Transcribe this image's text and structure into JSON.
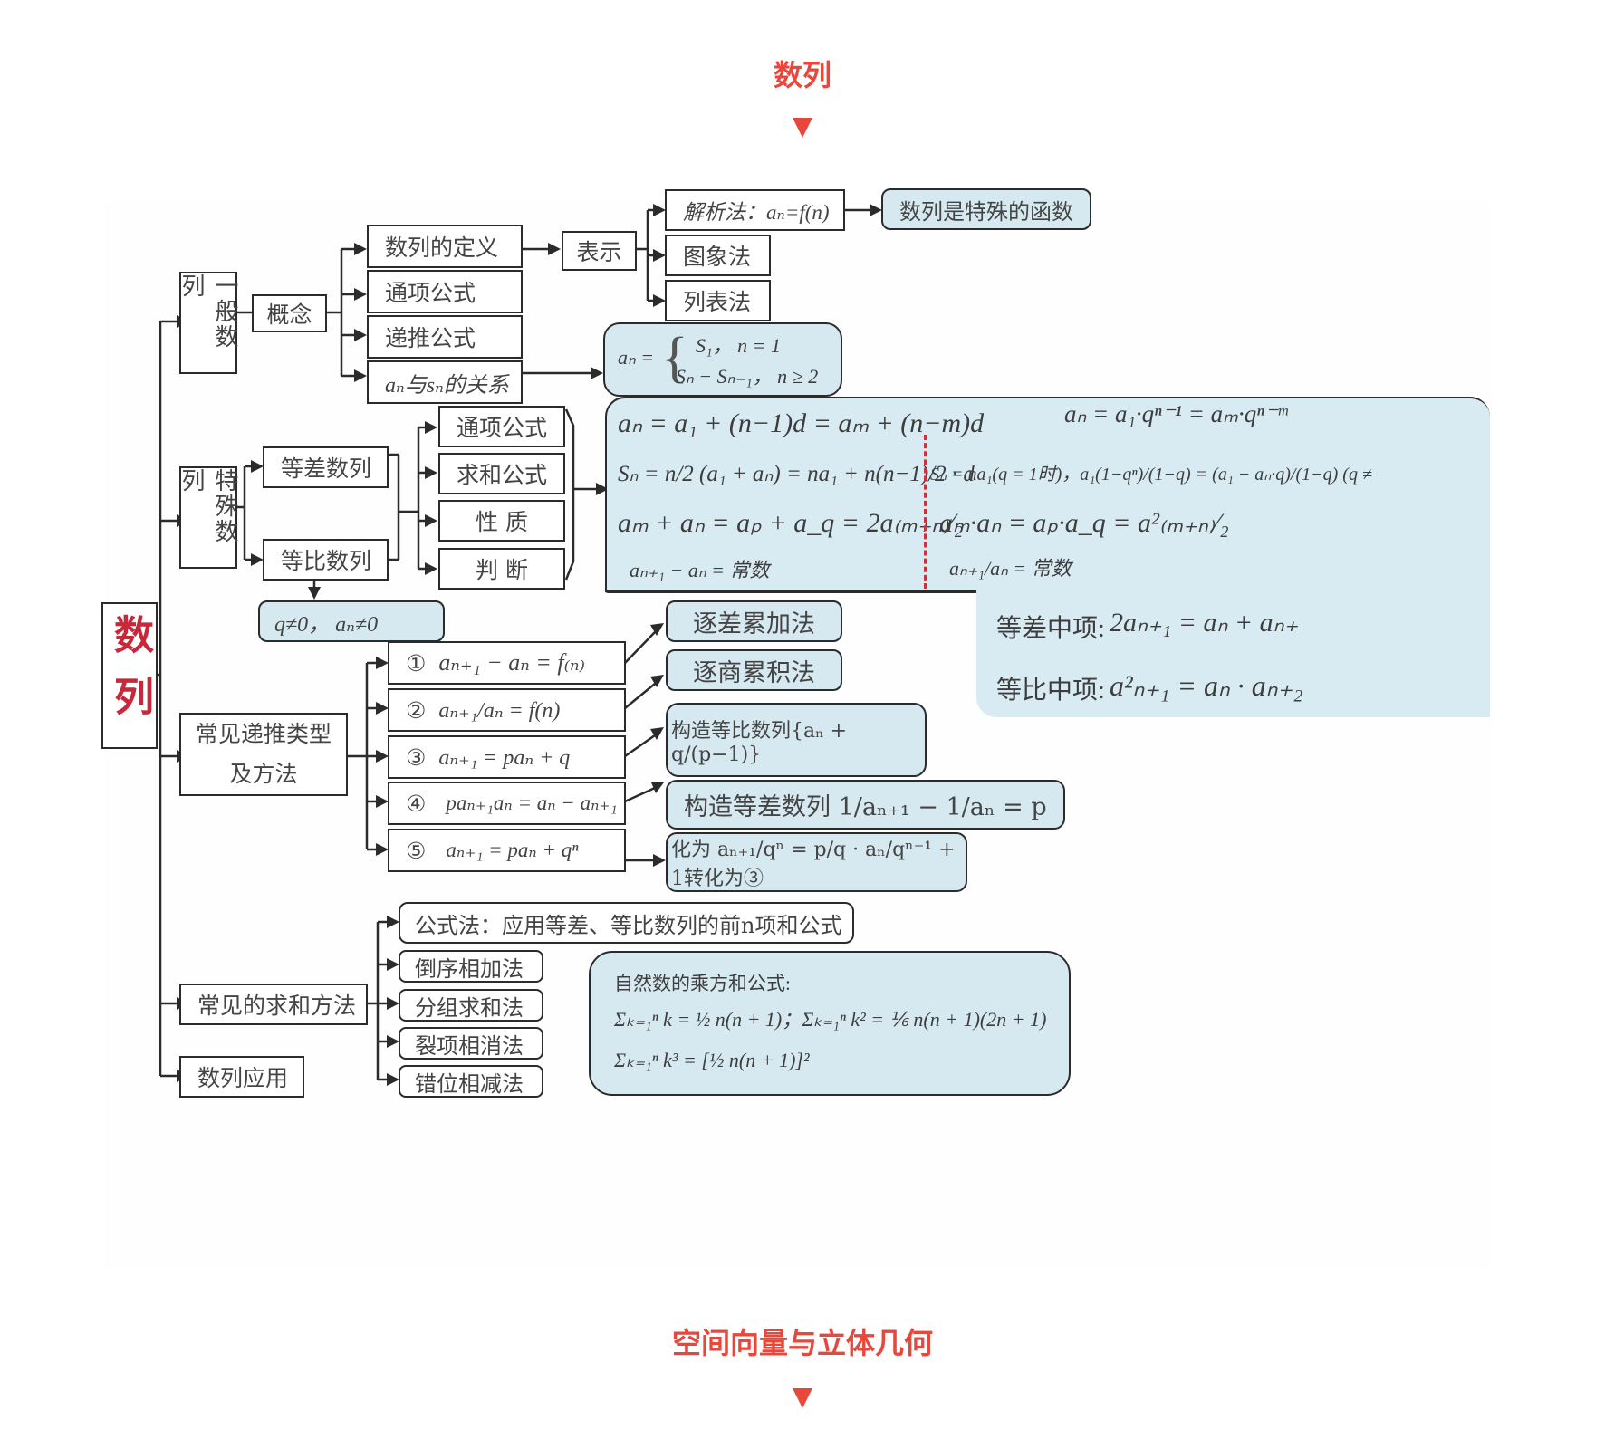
{
  "header": {
    "title": "数列",
    "arrow": "down-triangle"
  },
  "footer": {
    "title": "空间向量与立体几何",
    "arrow": "down-triangle"
  },
  "colors": {
    "accent": "#e8473b",
    "panel": "#d6e9f1",
    "root_text": "#c8283a",
    "divider": "#c9343a"
  },
  "root": {
    "label": "数列"
  },
  "general": {
    "label": "一般数列",
    "concept": "概念",
    "items": [
      "数列的定义",
      "通项公式",
      "递推公式",
      "aₙ与sₙ的关系"
    ],
    "representation": "表示",
    "methods": [
      "解析法：aₙ=f(n)",
      "图象法",
      "列表法"
    ],
    "note": "数列是特殊的函数",
    "an_sn_formula": {
      "lhs": "aₙ =",
      "case1": "S₁，  n = 1",
      "case2": "Sₙ − Sₙ₋₁，  n ≥ 2"
    }
  },
  "special": {
    "label": "特殊数列",
    "types": [
      "等差数列",
      "等比数列"
    ],
    "aspects": [
      "通项公式",
      "求和公式",
      "性 质",
      "判 断"
    ],
    "geometric_condition": "q≠0，  aₙ≠0",
    "arithmetic_formulas": [
      "aₙ = a₁ + (n−1)d = aₘ + (n−m)d",
      "Sₙ = n/2 (a₁ + aₙ) = na₁ + n(n−1)/2 · d",
      "aₘ + aₙ = aₚ + a_q = 2a₍ₘ₊ₙ₎⁄₂",
      "aₙ₊₁ − aₙ = 常数"
    ],
    "geometric_formulas": [
      "aₙ = a₁·qⁿ⁻¹ = aₘ·qⁿ⁻ᵐ",
      "Sₙ = na₁(q = 1时)，a₁(1−qⁿ)/(1−q) = (a₁ − aₙ·q)/(1−q) (q ≠",
      "aₘ·aₙ = aₚ·a_q = a²₍ₘ₊ₙ₎⁄₂",
      "aₙ₊₁/aₙ = 常数"
    ],
    "middle_terms": [
      {
        "label": "等差中项:",
        "formula": "2aₙ₊₁ = aₙ + aₙ₊"
      },
      {
        "label": "等比中项:",
        "formula": "a²ₙ₊₁ = aₙ · aₙ₊₂"
      }
    ]
  },
  "recursion": {
    "label_line1": "常见递推类型",
    "label_line2": "及方法",
    "types": [
      {
        "num": "①",
        "formula": "aₙ₊₁ − aₙ = f₍ₙ₎"
      },
      {
        "num": "②",
        "formula": "aₙ₊₁/aₙ = f(n)"
      },
      {
        "num": "③",
        "formula": "aₙ₊₁ = paₙ + q"
      },
      {
        "num": "④",
        "formula": "paₙ₊₁aₙ = aₙ − aₙ₊₁"
      },
      {
        "num": "⑤",
        "formula": "aₙ₊₁ = paₙ + qⁿ"
      }
    ],
    "methods": [
      "逐差累加法",
      "逐商累积法",
      "构造等比数列{aₙ + q/(p−1)}",
      "构造等差数列  1/aₙ₊₁ − 1/aₙ = p",
      "化为 aₙ₊₁/qⁿ = p/q · aₙ/qⁿ⁻¹ + 1转化为③"
    ]
  },
  "summation": {
    "label": "常见的求和方法",
    "methods": [
      "公式法：应用等差、等比数列的前n项和公式",
      "倒序相加法",
      "分组求和法",
      "裂项相消法",
      "错位相减法"
    ],
    "power_sums": {
      "title": "自然数的乘方和公式:",
      "line1": "Σₖ₌₁ⁿ k = ½ n(n + 1)；Σₖ₌₁ⁿ k² = ⅙ n(n + 1)(2n + 1)",
      "line2": "Σₖ₌₁ⁿ k³ = [½ n(n + 1)]²"
    }
  },
  "application": {
    "label": "数列应用"
  }
}
